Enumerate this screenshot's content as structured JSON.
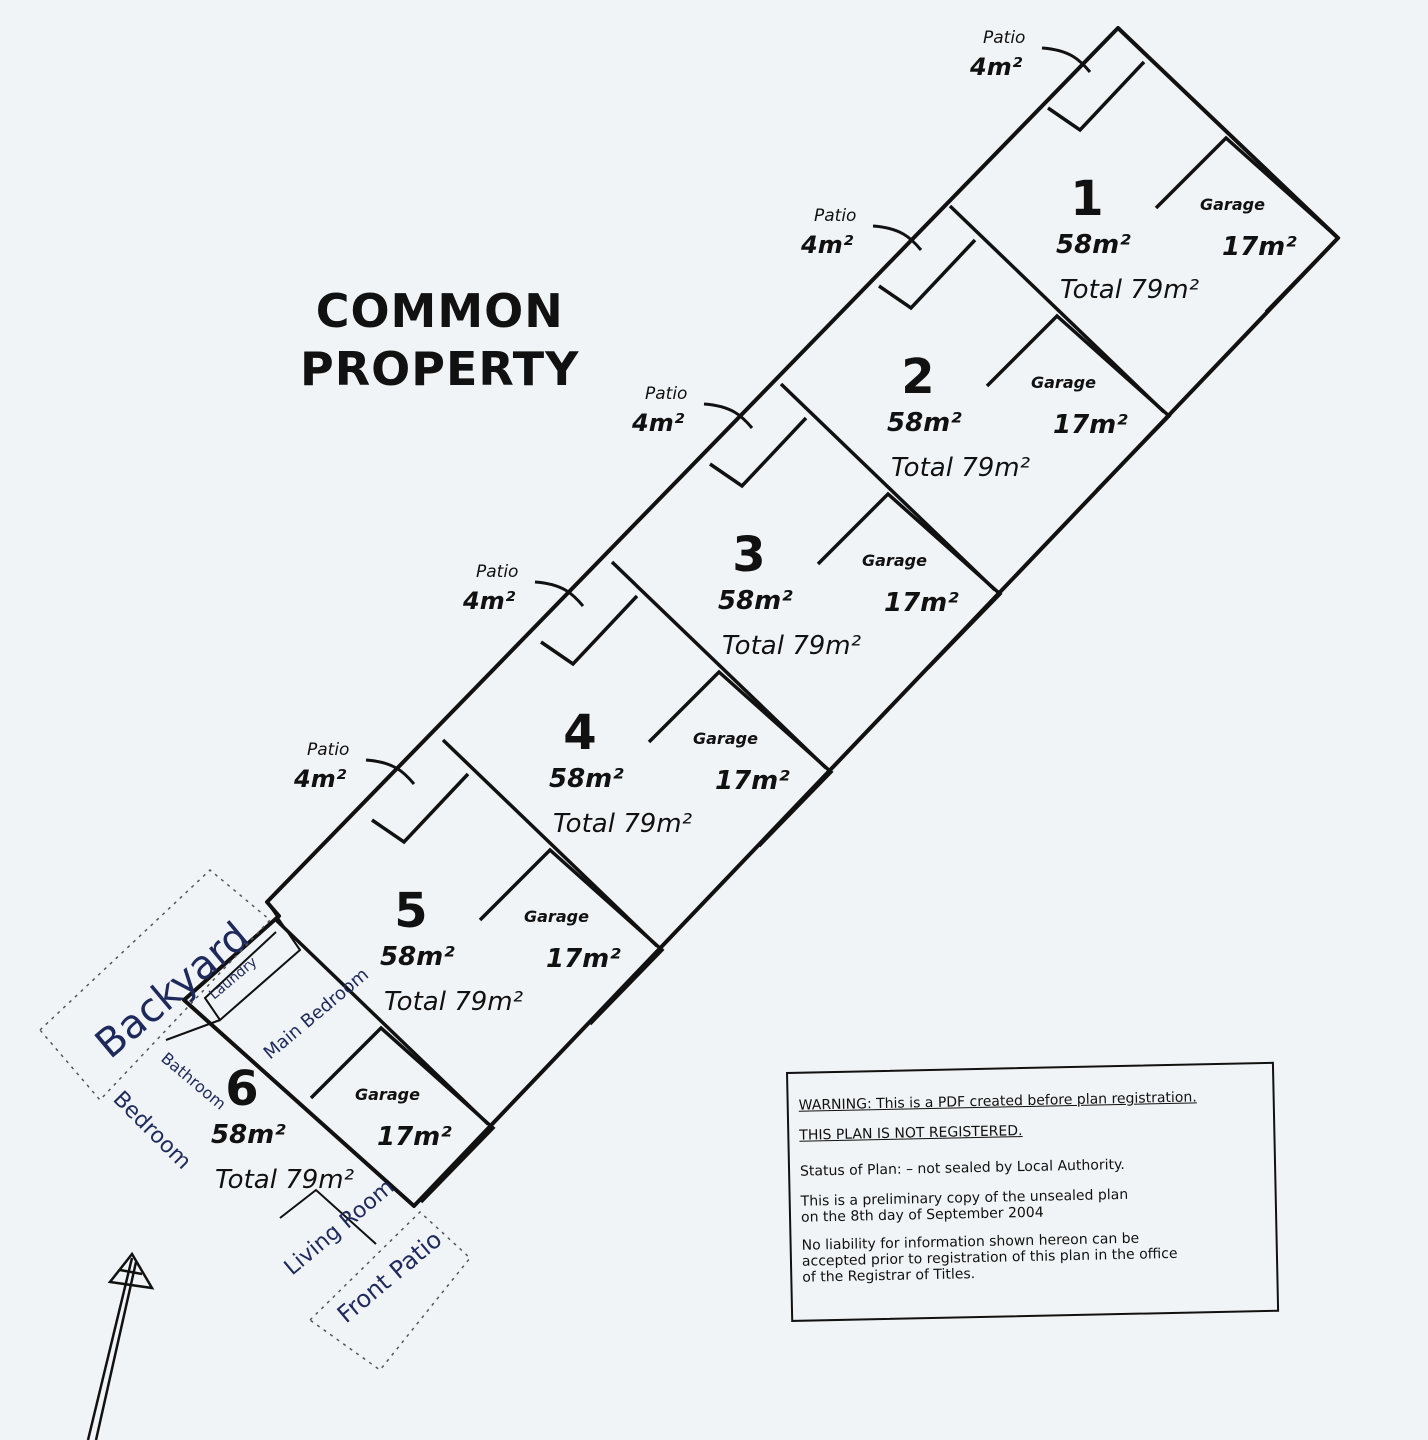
{
  "heading": {
    "line1": "COMMON",
    "line2": "PROPERTY"
  },
  "units": [
    {
      "number": "1",
      "area": "58m²",
      "total": "Total 79m²",
      "garage_label": "Garage",
      "garage_area": "17m²",
      "patio_label": "Patio",
      "patio_area": "4m²"
    },
    {
      "number": "2",
      "area": "58m²",
      "total": "Total 79m²",
      "garage_label": "Garage",
      "garage_area": "17m²",
      "patio_label": "Patio",
      "patio_area": "4m²"
    },
    {
      "number": "3",
      "area": "58m²",
      "total": "Total 79m²",
      "garage_label": "Garage",
      "garage_area": "17m²",
      "patio_label": "Patio",
      "patio_area": "4m²"
    },
    {
      "number": "4",
      "area": "58m²",
      "total": "Total 79m²",
      "garage_label": "Garage",
      "garage_area": "17m²",
      "patio_label": "Patio",
      "patio_area": "4m²"
    },
    {
      "number": "5",
      "area": "58m²",
      "total": "Total 79m²",
      "garage_label": "Garage",
      "garage_area": "17m²",
      "patio_label": "Patio",
      "patio_area": "4m²"
    },
    {
      "number": "6",
      "area": "58m²",
      "total": "Total 79m²",
      "garage_label": "Garage",
      "garage_area": "17m²"
    }
  ],
  "handwritten": {
    "backyard": "Backyard",
    "laundry": "Laundry",
    "main_bedroom": "Main Bedroom",
    "bathroom": "Bathroom",
    "bedroom": "Bedroom",
    "living_room": "Living Room",
    "front_patio": "Front Patio"
  },
  "warning": {
    "line1": "WARNING:  This is a PDF created before plan registration.",
    "line2": "THIS PLAN IS NOT REGISTERED.",
    "line3": "Status of Plan: – not sealed by Local Authority.",
    "line4a": "This is a preliminary copy of the unsealed plan",
    "line4b": "on the 8th  day of  September  2004",
    "line5a": "No liability for information shown hereon can be",
    "line5b": "accepted prior to registration of this plan in the office",
    "line5c": "of the Registrar of Titles."
  },
  "colors": {
    "ink": "#111111",
    "pen": "#1f2a5c",
    "paper": "#f1f4f6"
  }
}
